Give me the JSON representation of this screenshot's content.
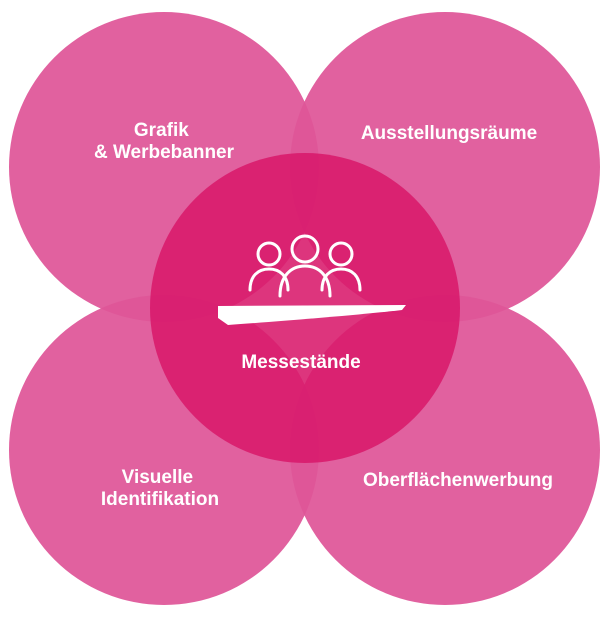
{
  "diagram": {
    "colors": {
      "outer_circle": "#df5598",
      "center_circle": "#d8196b",
      "icon_stroke": "#ffffff",
      "background": "#ffffff"
    },
    "circles": {
      "top_left": {
        "line1": "Grafik",
        "line2": "& Werbebanner"
      },
      "top_right": {
        "line1": "Ausstellungsräume"
      },
      "bottom_left": {
        "line1": "Visuelle",
        "line2": "Identifikation"
      },
      "bottom_right": {
        "line1": "Oberflächenwerbung"
      },
      "center": {
        "line1": "Messestände",
        "icon": "people-meeting-icon"
      }
    }
  }
}
